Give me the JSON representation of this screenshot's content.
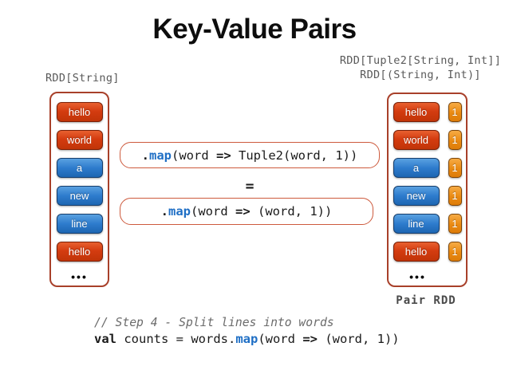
{
  "slide": {
    "title": "Key-Value Pairs"
  },
  "left_column": {
    "type_label": "RDD[String]",
    "items": [
      {
        "text": "hello",
        "color": "red"
      },
      {
        "text": "world",
        "color": "red"
      },
      {
        "text": "a",
        "color": "blue"
      },
      {
        "text": "new",
        "color": "blue"
      },
      {
        "text": "line",
        "color": "blue"
      },
      {
        "text": "hello",
        "color": "red"
      }
    ],
    "ellipsis": "•••"
  },
  "right_column": {
    "type_label_line1": "RDD[Tuple2[String, Int]]",
    "type_label_line2": "RDD[(String, Int)]",
    "items": [
      {
        "text": "hello",
        "color": "red",
        "count": "1"
      },
      {
        "text": "world",
        "color": "red",
        "count": "1"
      },
      {
        "text": "a",
        "color": "blue",
        "count": "1"
      },
      {
        "text": "new",
        "color": "blue",
        "count": "1"
      },
      {
        "text": "line",
        "color": "blue",
        "count": "1"
      },
      {
        "text": "hello",
        "color": "red",
        "count": "1"
      }
    ],
    "ellipsis": "•••",
    "caption": "Pair RDD"
  },
  "code": {
    "box1": {
      "dot": ".",
      "fn": "map",
      "pre": "(word ",
      "arrow": "=>",
      "post": " Tuple2(word, 1))"
    },
    "equals": "=",
    "box2": {
      "dot": ".",
      "fn": "map",
      "pre": "(word ",
      "arrow": "=>",
      "post": " (word, 1))"
    }
  },
  "bottom_code": {
    "comment": "// Step 4 - Split lines into words",
    "keyword": "val",
    "mid": " counts = words.",
    "fn": "map",
    "pre": "(word ",
    "arrow": "=>",
    "post": " (word, 1))"
  },
  "colors": {
    "keyword_blue": "#1f6fc5",
    "word_box_red": "#d43c10",
    "word_box_blue": "#2e7ccd",
    "count_box_orange": "#ea8a12",
    "container_border": "#a8402a",
    "code_box_border": "#cd5a3d",
    "label_gray": "#595959"
  }
}
